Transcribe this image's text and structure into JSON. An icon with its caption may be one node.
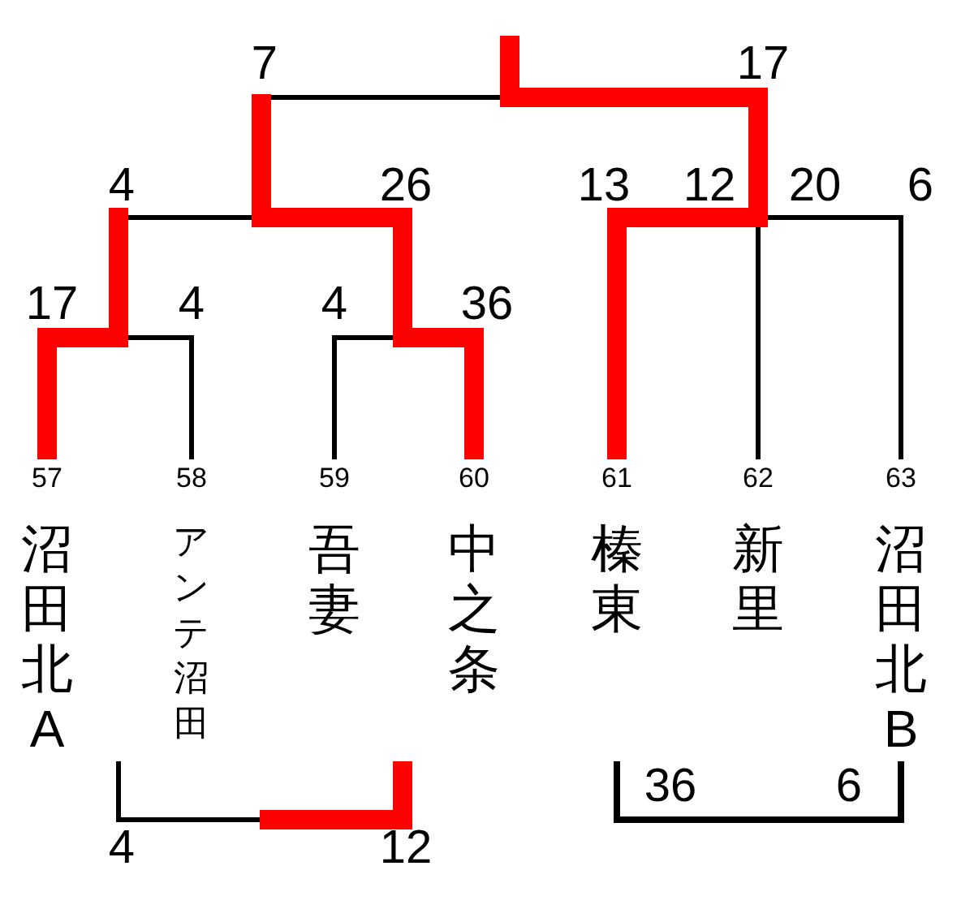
{
  "diagram": {
    "nodes": [
      {
        "text": [
          "57",
          "沼田北A"
        ]
      },
      {
        "text": [
          "58",
          "アンテ沼田"
        ]
      },
      {
        "text": [
          "59",
          "吾妻"
        ]
      },
      {
        "text": [
          "60",
          "中之条"
        ]
      },
      {
        "text": [
          "61",
          "榛東"
        ]
      },
      {
        "text": [
          "62",
          "新里"
        ]
      },
      {
        "text": [
          "63",
          "沼田北B"
        ]
      }
    ],
    "edges": [
      {
        "from": 0,
        "to": 1,
        "arrow": "none"
      },
      {
        "from": 2,
        "to": 3,
        "arrow": "none"
      },
      {
        "from": 4,
        "to": 5,
        "arrow": "none",
        "style": "thick",
        "color": "#ff0000"
      },
      {
        "from": 5,
        "to": 6,
        "arrow": "none"
      },
      {
        "from": 4,
        "to": 6,
        "arrow": "none"
      }
    ],
    "labels": [
      "7",
      "17",
      "4",
      "26",
      "13",
      "12",
      "20",
      "6",
      "17",
      "4",
      "4",
      "36",
      "36",
      "6",
      "4",
      "12"
    ]
  }
}
